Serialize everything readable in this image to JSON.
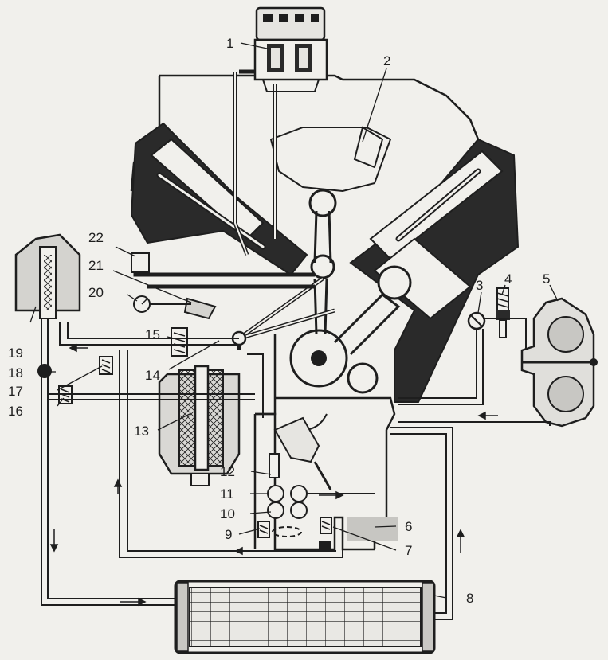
{
  "callouts": [
    {
      "id": "1",
      "text": "1"
    },
    {
      "id": "2",
      "text": "2"
    },
    {
      "id": "3",
      "text": "3"
    },
    {
      "id": "4",
      "text": "4"
    },
    {
      "id": "5",
      "text": "5"
    },
    {
      "id": "6",
      "text": "6"
    },
    {
      "id": "7",
      "text": "7"
    },
    {
      "id": "8",
      "text": "8"
    },
    {
      "id": "9",
      "text": "9"
    },
    {
      "id": "10",
      "text": "10"
    },
    {
      "id": "11",
      "text": "11"
    },
    {
      "id": "12",
      "text": "12"
    },
    {
      "id": "13",
      "text": "13"
    },
    {
      "id": "14",
      "text": "14"
    },
    {
      "id": "15",
      "text": "15"
    },
    {
      "id": "16",
      "text": "16"
    },
    {
      "id": "17",
      "text": "17"
    },
    {
      "id": "18",
      "text": "18"
    },
    {
      "id": "19",
      "text": "19"
    },
    {
      "id": "20",
      "text": "20"
    },
    {
      "id": "21",
      "text": "21"
    },
    {
      "id": "22",
      "text": "22"
    }
  ],
  "colors": {
    "ink": "#1e1e1e",
    "paper": "#f1f0ec",
    "shade": "#b9b9b9",
    "dark_fill": "#2a2a2a"
  }
}
